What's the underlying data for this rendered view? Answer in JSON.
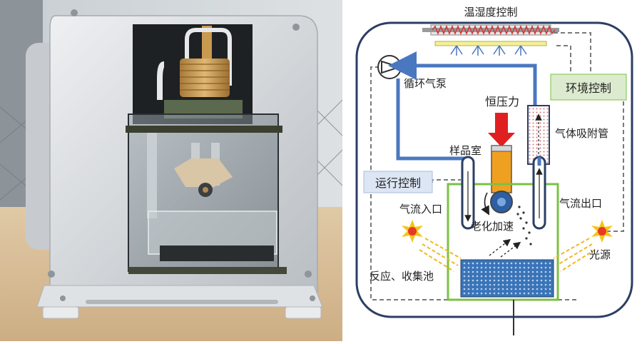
{
  "photo": {
    "subject": "device-photo"
  },
  "diagram": {
    "labels": {
      "temp_humidity_control": "温湿度控制",
      "circulation_pump": "循环气泵",
      "environment_control": "环境控制",
      "constant_pressure": "恒压力",
      "gas_adsorption_tube": "气体吸附管",
      "sample_chamber": "样品室",
      "run_control": "运行控制",
      "airflow_inlet": "气流入口",
      "airflow_outlet": "气流出口",
      "aging_acceleration": "老化加速",
      "light_source": "光源",
      "reaction_collection_pool": "反应、收集池"
    },
    "colors": {
      "outer_frame": "#2c3e63",
      "pipe_blue": "#4a78c0",
      "green_box": "#7bc144",
      "env_box_fill": "#dcebcf",
      "run_box_fill": "#dce6f4",
      "heater_red": "#d43a3a",
      "pressure_arrow": "#e02020",
      "piston_orange": "#f0a020",
      "pool_blue": "#3a74b8",
      "light_yellow": "#f5c518",
      "light_red": "#e53b22"
    },
    "icons": {
      "pump": "pump-icon",
      "light": "light-source-icon"
    }
  }
}
